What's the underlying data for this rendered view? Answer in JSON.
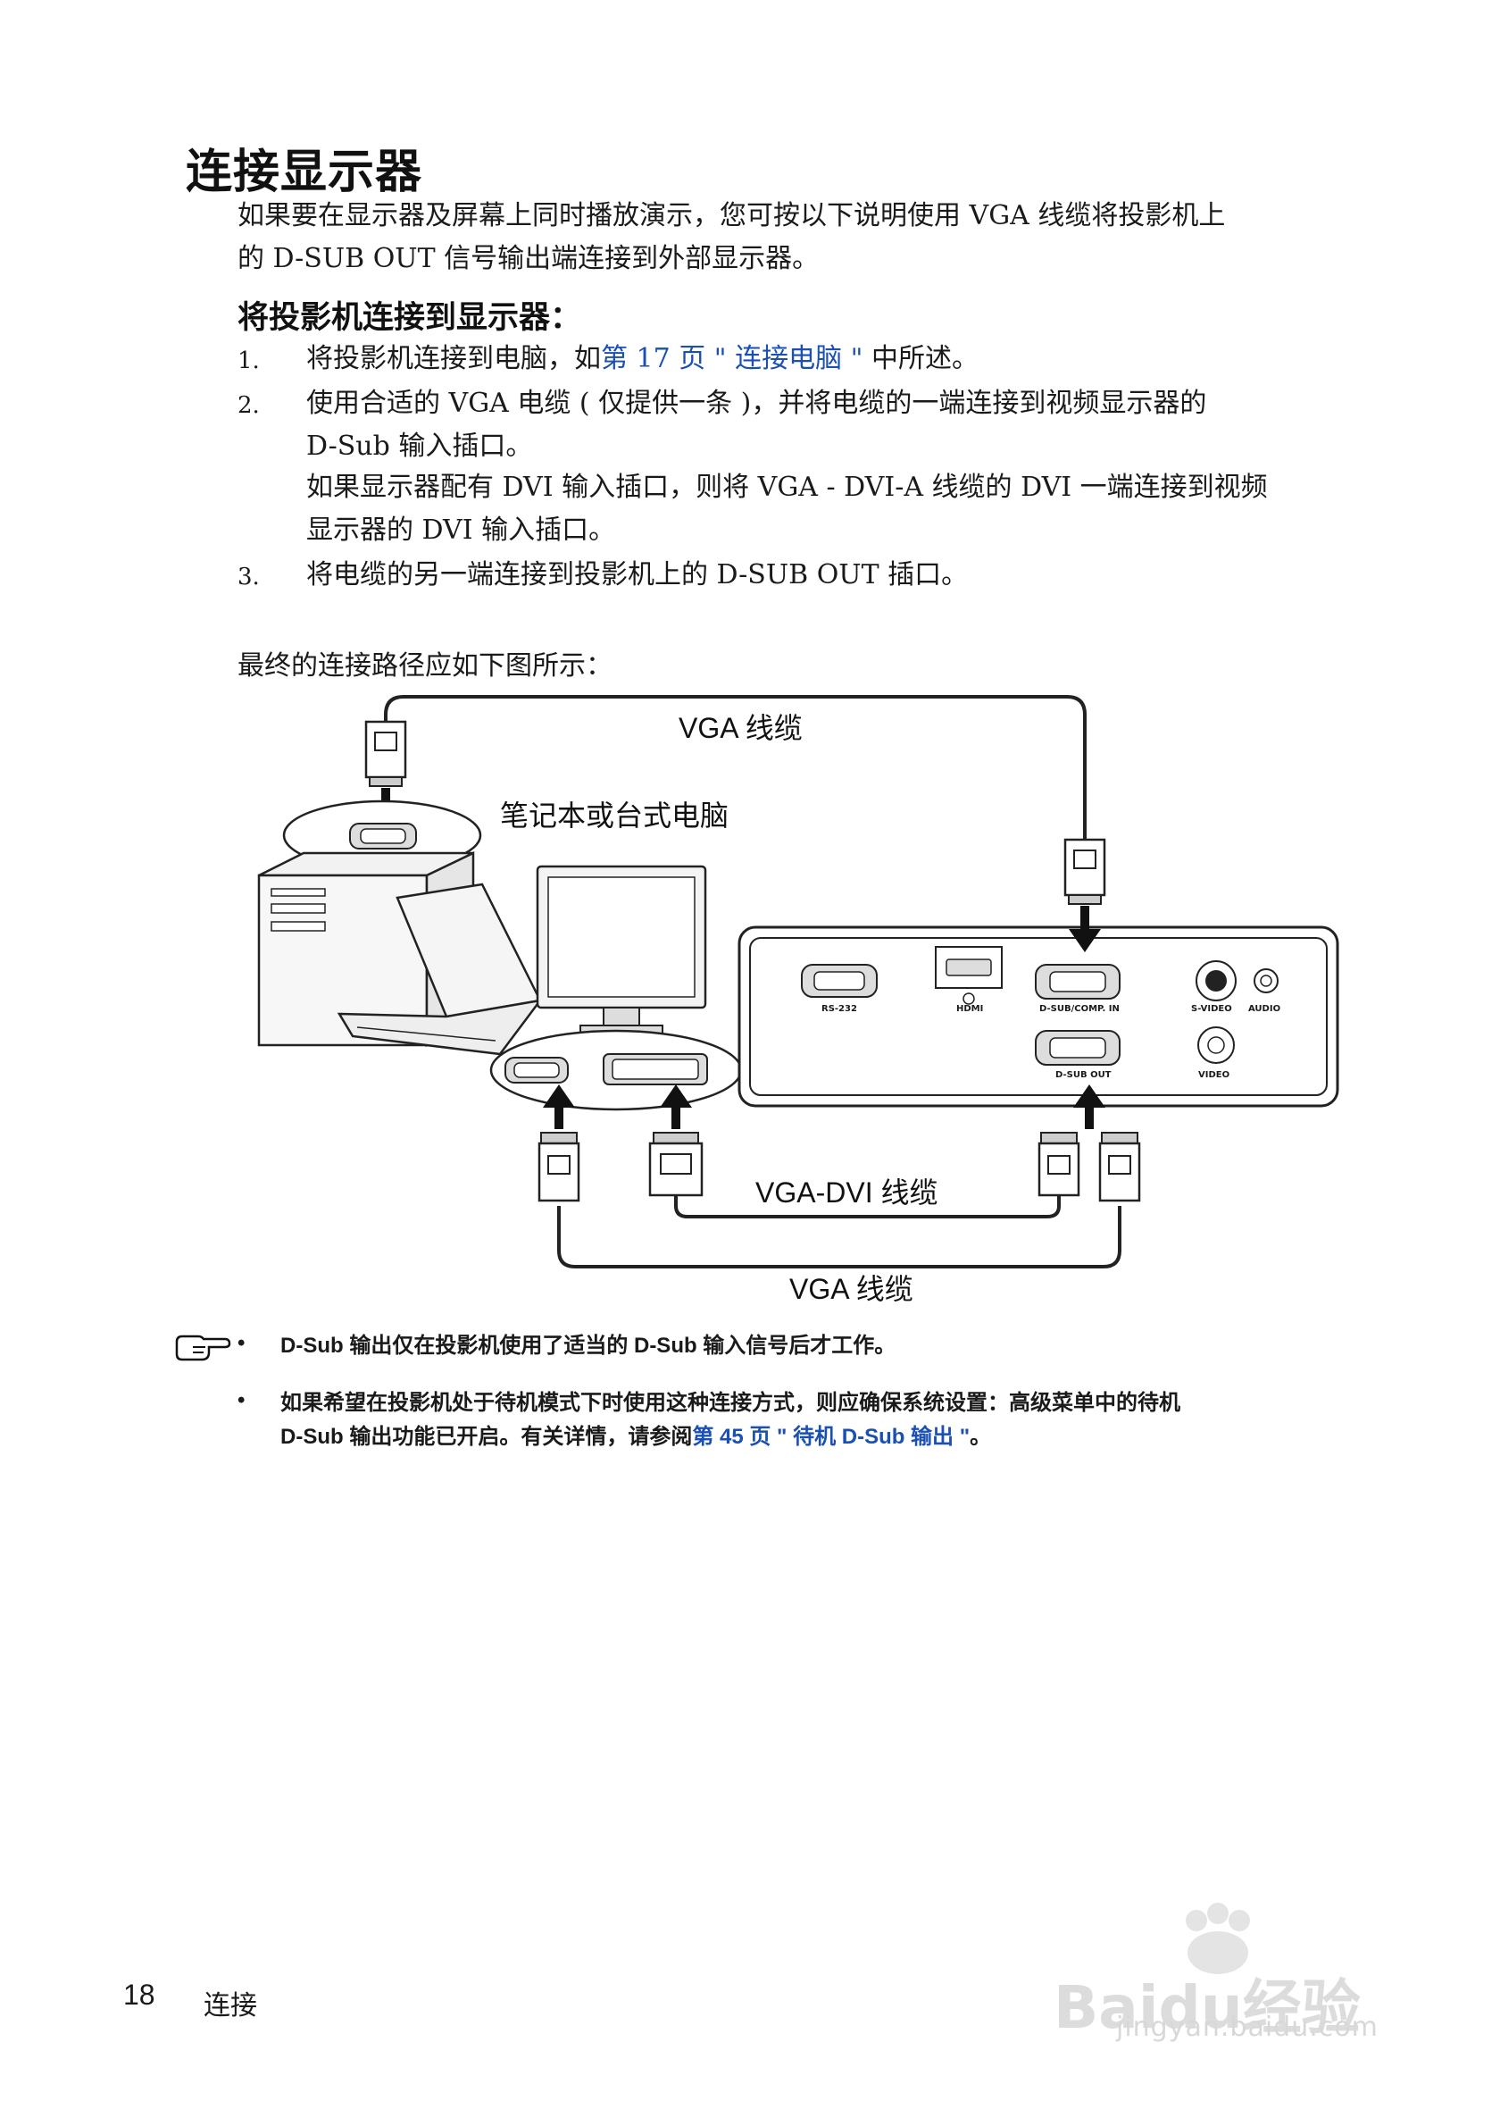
{
  "title": "连接显示器",
  "intro": {
    "line1": "如果要在显示器及屏幕上同时播放演示，您可按以下说明使用 VGA 线缆将投影机上",
    "line2": "的 D-SUB OUT 信号输出端连接到外部显示器。"
  },
  "subtitle": "将投影机连接到显示器：",
  "steps": [
    {
      "num": "1.",
      "pre": "将投影机连接到电脑，如",
      "link": "第 17 页 \" 连接电脑 \"",
      "post": " 中所述。"
    },
    {
      "num": "2.",
      "line1": "使用合适的 VGA 电缆 ( 仅提供一条 )，并将电缆的一端连接到视频显示器的",
      "line2": "D-Sub 输入插口。",
      "extra1": "如果显示器配有 DVI 输入插口，则将 VGA - DVI-A 线缆的 DVI 一端连接到视频",
      "extra2": "显示器的 DVI 输入插口。"
    },
    {
      "num": "3.",
      "text": "将电缆的另一端连接到投影机上的 D-SUB OUT 插口。"
    }
  ],
  "path_caption": "最终的连接路径应如下图所示：",
  "diagram": {
    "vga_cable_top": "VGA 线缆",
    "computer_label": "笔记本或台式电脑",
    "vga_dvi_cable": "VGA-DVI 线缆",
    "vga_cable_bottom": "VGA 线缆",
    "ports": {
      "rs232": "RS-232",
      "hdmi": "HDMI",
      "dsub_comp_in": "D-SUB/COMP. IN",
      "svideo": "S-VIDEO",
      "audio": "AUDIO",
      "dsub_out": "D-SUB OUT",
      "video": "VIDEO"
    }
  },
  "notes": [
    {
      "bullet": "•",
      "text": "D-Sub 输出仅在投影机使用了适当的 D-Sub 输入信号后才工作。"
    },
    {
      "bullet": "•",
      "line1": "如果希望在投影机处于待机模式下时使用这种连接方式，则应确保系统设置：高级菜单中的待机",
      "line2_pre": "D-Sub 输出功能已开启。有关详情，请参阅",
      "link": "第 45 页 \" 待机 D-Sub 输出 \"",
      "post": "。"
    }
  ],
  "footer": {
    "page": "18",
    "section": "连接"
  },
  "watermark": {
    "logo": "Bai",
    "logo2": "du",
    "brand": "经验",
    "url": "jingyan.baidu.com"
  },
  "colors": {
    "link": "#1a4fb3",
    "text": "#1a1a1a"
  }
}
